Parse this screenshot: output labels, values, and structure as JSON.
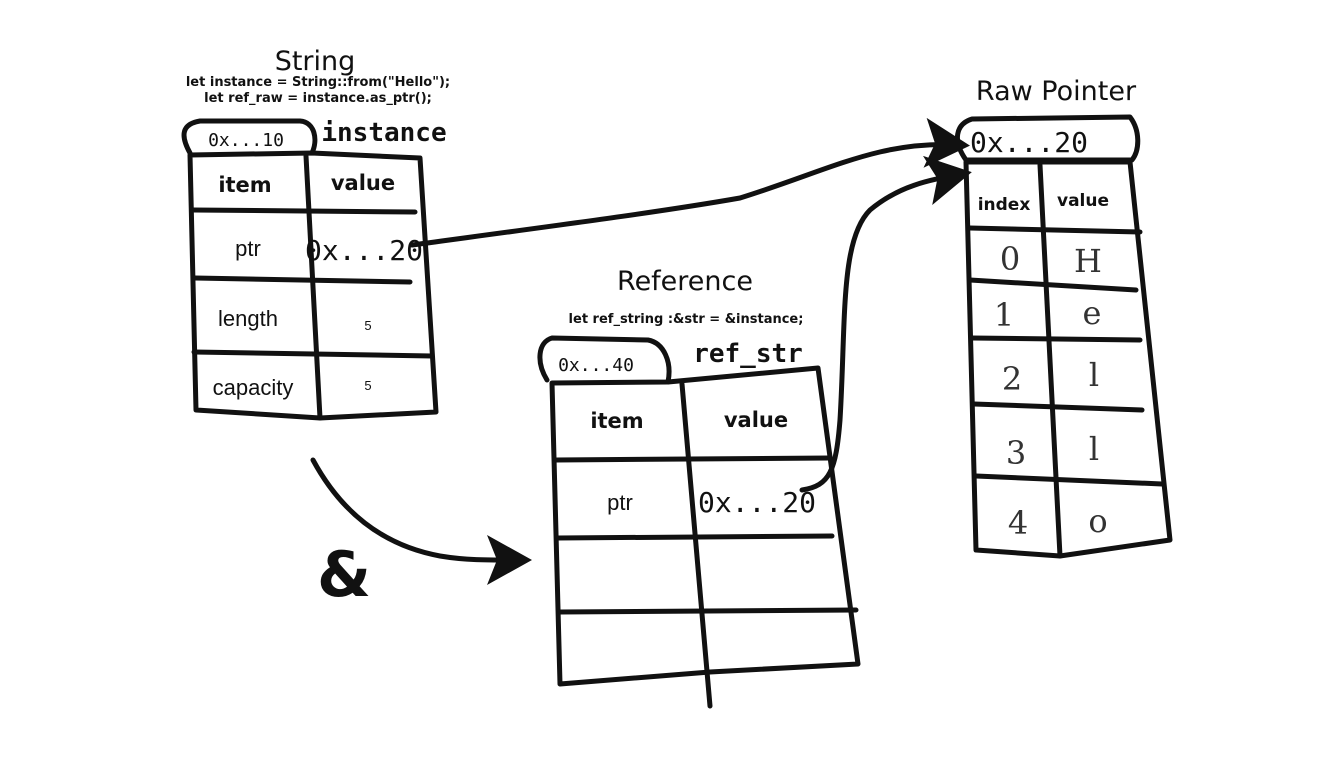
{
  "string_block": {
    "title": "String",
    "code_line1": "let instance = String::from(\"Hello\");",
    "code_line2": "let ref_raw = instance.as_ptr();",
    "address": "0x...10",
    "var_name": "instance",
    "header_item": "item",
    "header_value": "value",
    "rows": [
      {
        "item": "ptr",
        "value": "0x...20"
      },
      {
        "item": "length",
        "value": "5"
      },
      {
        "item": "capacity",
        "value": "5"
      }
    ]
  },
  "reference_block": {
    "title": "Reference",
    "code_line": "let ref_string :&str = &instance;",
    "address": "0x...40",
    "var_name": "ref_str",
    "header_item": "item",
    "header_value": "value",
    "rows": [
      {
        "item": "ptr",
        "value": "0x...20"
      }
    ]
  },
  "raw_pointer_block": {
    "title": "Raw Pointer",
    "address": "0x...20",
    "header_index": "index",
    "header_value": "value",
    "rows": [
      {
        "index": "0",
        "value": "H"
      },
      {
        "index": "1",
        "value": "e"
      },
      {
        "index": "2",
        "value": "l"
      },
      {
        "index": "3",
        "value": "l"
      },
      {
        "index": "4",
        "value": "o"
      }
    ]
  },
  "ampersand_label": "&"
}
